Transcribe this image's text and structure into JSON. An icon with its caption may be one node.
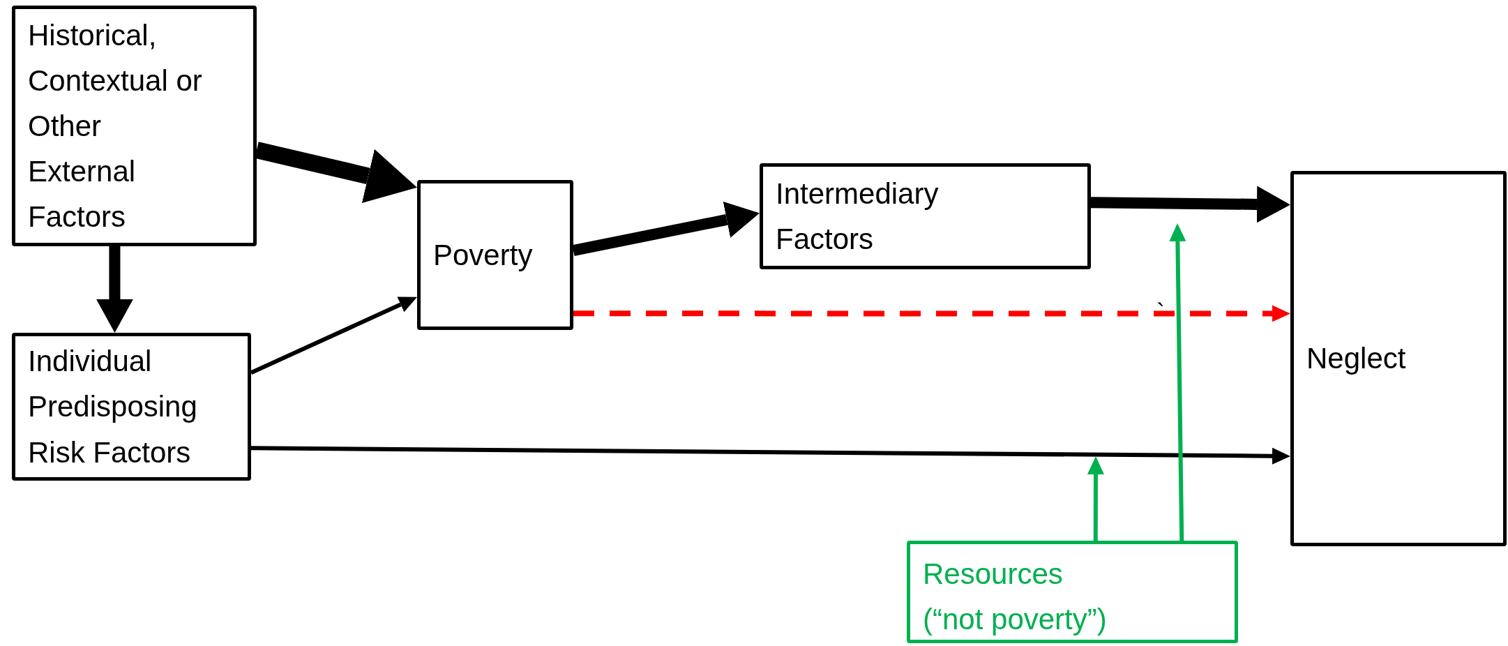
{
  "diagram": {
    "nodes": [
      {
        "text": [
          "Historical, Contextual or Other External Factors"
        ]
      },
      {
        "text": [
          "Individual Predisposing Risk Factors"
        ]
      },
      {
        "text": [
          "Poverty"
        ]
      },
      {
        "text": [
          "Intermediary Factors"
        ]
      },
      {
        "text": [
          "Neglect"
        ]
      },
      {
        "text": [
          "Resources",
          "(“not poverty”)"
        ]
      }
    ],
    "edges": [
      {
        "from": 0,
        "to": 2,
        "arrow": "to",
        "style": "thick"
      },
      {
        "from": 0,
        "to": 1,
        "arrow": "to",
        "style": "thick"
      },
      {
        "from": 1,
        "to": 2,
        "arrow": "to"
      },
      {
        "from": 2,
        "to": 3,
        "arrow": "to",
        "style": "thick"
      },
      {
        "from": 3,
        "to": 4,
        "arrow": "to",
        "style": "thick"
      },
      {
        "from": 2,
        "to": 4,
        "arrow": "to",
        "style": "dashed",
        "color": "#ff0000"
      },
      {
        "from": 1,
        "to": 4,
        "arrow": "to"
      },
      {
        "from": 5,
        "to": null,
        "arrow": "to",
        "color": "#00b050"
      },
      {
        "from": 5,
        "to": null,
        "arrow": "to",
        "color": "#00b050"
      }
    ],
    "labels": [
      "`"
    ]
  }
}
